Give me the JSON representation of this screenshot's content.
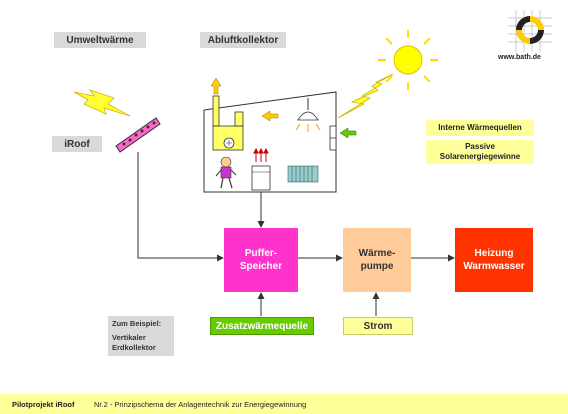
{
  "labels": {
    "umweltwaerme": "Umweltwärme",
    "abluftkollektor": "Abluftkollektor",
    "iroof": "iRoof",
    "website": "www.bath.de"
  },
  "side_tags": {
    "interne": "Interne Wärmequellen",
    "passive_line1": "Passive",
    "passive_line2": "Solarenergiegewinne"
  },
  "boxes": {
    "puffer_line1": "Puffer-",
    "puffer_line2": "Speicher",
    "waerme_line1": "Wärme-",
    "waerme_line2": "pumpe",
    "heizung_line1": "Heizung",
    "heizung_line2": "Warmwasser"
  },
  "inputs": {
    "zusatz": "Zusatzwärmequelle",
    "strom": "Strom"
  },
  "example": {
    "line1": "Zum Beispiel:",
    "line2": "Vertikaler",
    "line3": "Erdkollektor"
  },
  "footer": {
    "project": "Pilotprojekt iRoof",
    "caption": "Nr.2 - Prinzipschema der Anlagentechnik zur Energiegewinnung"
  },
  "colors": {
    "puffer": "#ff33cc",
    "waermepumpe": "#ffcc99",
    "heizung": "#ff3300",
    "zusatz_bg": "#66cc00",
    "strom_bg": "#ffff99",
    "label_grey": "#d9d9d9",
    "sun": "#ffff00",
    "footer_bg": "#ffff99"
  }
}
